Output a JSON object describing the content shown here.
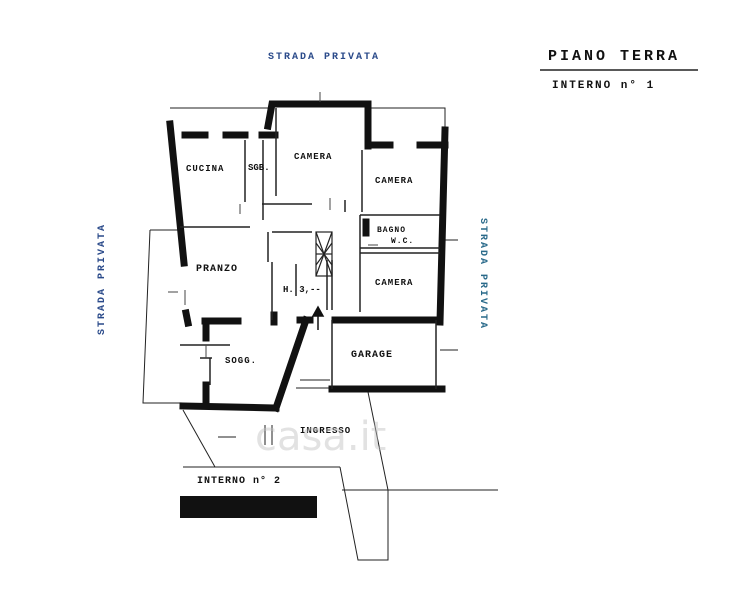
{
  "title": {
    "main": "PIANO TERRA",
    "sub": "INTERNO n° 1"
  },
  "streets": {
    "top": "STRADA PRIVATA",
    "left": "STRADA PRIVATA",
    "right": "STRADA PRIVATA"
  },
  "rooms": {
    "cucina": "CUCINA",
    "sgb": "SGB.",
    "camera_top": "CAMERA",
    "camera_right": "CAMERA",
    "bagno": "BAGNO",
    "wc": "W.C.",
    "pranzo": "PRANZO",
    "hall": "H. 3,--",
    "camera_mid": "CAMERA",
    "sogg": "SOGG.",
    "garage": "GARAGE",
    "ingresso": "INGRESSO"
  },
  "interno2": "INTERNO n° 2",
  "watermark": "casa.it",
  "colors": {
    "wall": "#111111",
    "street_text": "#2a4a8a",
    "street_text_right": "#2a6a8a",
    "line": "#222222"
  }
}
